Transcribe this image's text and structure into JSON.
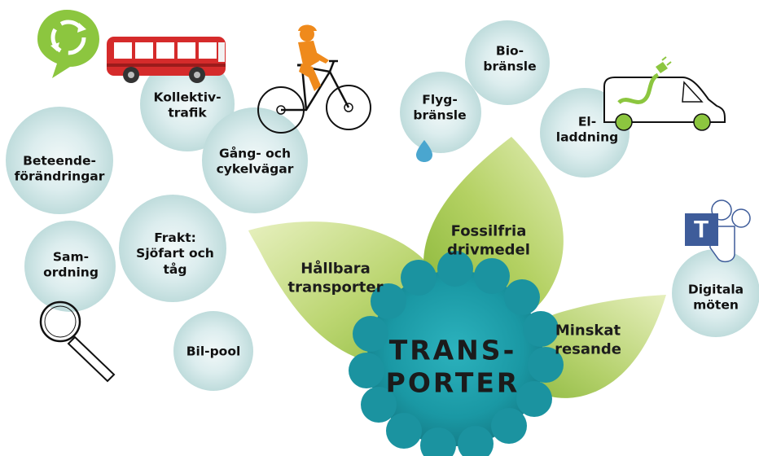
{
  "center": {
    "label": "TRANS-\nPORTER"
  },
  "leaves": {
    "hallbara": "Hållbara\ntransporter",
    "fossilfria": "Fossilfria\ndrivmedel",
    "minskat": "Minskat\nresande"
  },
  "bubbles": {
    "kollektivtrafik": "Kollektiv-\ntrafik",
    "gang_cykel": "Gång- och\ncykelvägar",
    "beteende": "Beteende-\nförändringar",
    "samordning": "Sam-\nordning",
    "frakt": "Frakt:\nSjöfart och\ntåg",
    "bilpool": "Bil-pool",
    "flygbransle": "Flyg-\nbränsle",
    "biobransle": "Bio-\nbränsle",
    "elladdning": "El-\nladdning",
    "digitala": "Digitala\nmöten"
  },
  "icons": {
    "teams_letter": "T",
    "recycle_icon": "recycle-icon",
    "bus_icon": "bus-icon",
    "cyclist_icon": "cyclist-icon",
    "droplet_icon": "droplet-icon",
    "electric_car_icon": "electric-car-icon",
    "teams_icon": "teams-icon",
    "magnifier_icon": "magnifier-icon"
  },
  "colors": {
    "bubble": "#cfe6e6",
    "leaf_light": "#d9e8a4",
    "leaf_dark": "#8dba3c",
    "center_flower": "#1e9aa5",
    "bus_red": "#d52b2b",
    "cyclist_orange": "#ef8a1c",
    "teams_blue": "#3e5c9a",
    "lime": "#8cc63f"
  }
}
